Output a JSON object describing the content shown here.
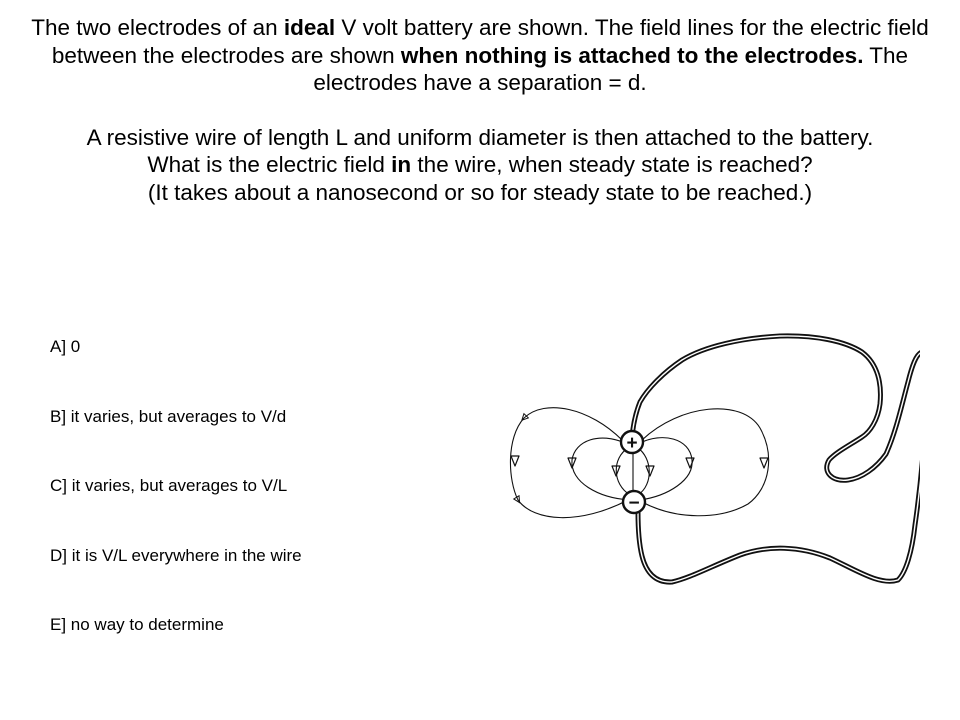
{
  "question": {
    "p1": {
      "t1": "The two electrodes of an ",
      "b1": "ideal",
      "t2": " V volt battery are shown. The field lines for the electric field between the electrodes are shown ",
      "b2": "when nothing is attached to the electrodes.",
      "t3": " The electrodes have a separation = d."
    },
    "p2": "A resistive wire of length L and uniform diameter is then attached to the battery.",
    "p3": {
      "t1": "What is the electric field ",
      "b1": "in",
      "t2": " the wire, when steady state is reached?"
    },
    "p4": "(It takes about a nanosecond or so for steady state to be reached.)"
  },
  "options": [
    {
      "label": "A] 0"
    },
    {
      "label": "B] it varies, but averages to V/d"
    },
    {
      "label": "C] it varies, but averages to V/L"
    },
    {
      "label": "D] it is V/L everywhere in the wire"
    },
    {
      "label": "E] no way to determine"
    }
  ],
  "diagram": {
    "positive_symbol": "+",
    "negative_symbol": "−",
    "stroke_color": "#111111"
  }
}
